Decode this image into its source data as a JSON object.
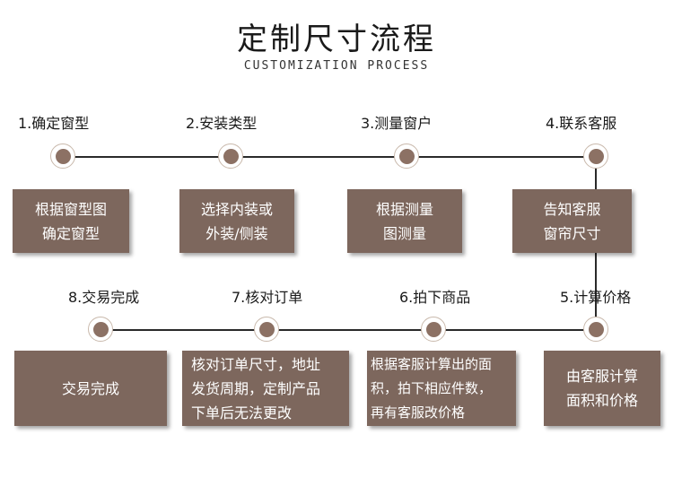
{
  "header": {
    "title": "定制尺寸流程",
    "subtitle": "CUSTOMIZATION PROCESS"
  },
  "colors": {
    "box_fill": "#7d675d",
    "node_dot": "#8c7164",
    "node_ring": "#c9b9ac",
    "line": "#2a2a2a"
  },
  "steps": [
    {
      "label": "1.确定窗型",
      "desc": "根据窗型图\n确定窗型"
    },
    {
      "label": "2.安装类型",
      "desc": "选择内装或\n外装/侧装"
    },
    {
      "label": "3.测量窗户",
      "desc": "根据测量\n图测量"
    },
    {
      "label": "4.联系客服",
      "desc": "告知客服\n窗帘尺寸"
    },
    {
      "label": "5.计算价格",
      "desc": "由客服计算\n面积和价格"
    },
    {
      "label": "6.拍下商品",
      "desc": "根据客服计算出的面\n积，拍下相应件数，\n再有客服改价格"
    },
    {
      "label": "7.核对订单",
      "desc": "核对订单尺寸，地址\n发货周期，定制产品\n下单后无法更改"
    },
    {
      "label": "8.交易完成",
      "desc": "交易完成"
    }
  ]
}
